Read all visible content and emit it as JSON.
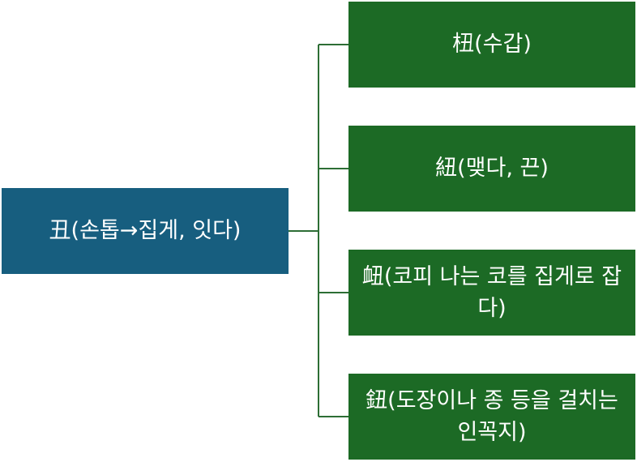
{
  "diagram": {
    "root": {
      "label": "丑(손톱→집게, 잇다)"
    },
    "children": [
      {
        "label": "杻(수갑)"
      },
      {
        "label": "紐(맺다, 끈)"
      },
      {
        "label": "衄(코피 나는 코를 집게로 잡다)"
      },
      {
        "label": "鈕(도장이나 종 등을 걸치는 인꼭지)"
      }
    ],
    "colors": {
      "root_fill": "#175e7f",
      "child_fill": "#1c6a25",
      "connector": "#2d6e35",
      "text": "#ffffff"
    }
  }
}
